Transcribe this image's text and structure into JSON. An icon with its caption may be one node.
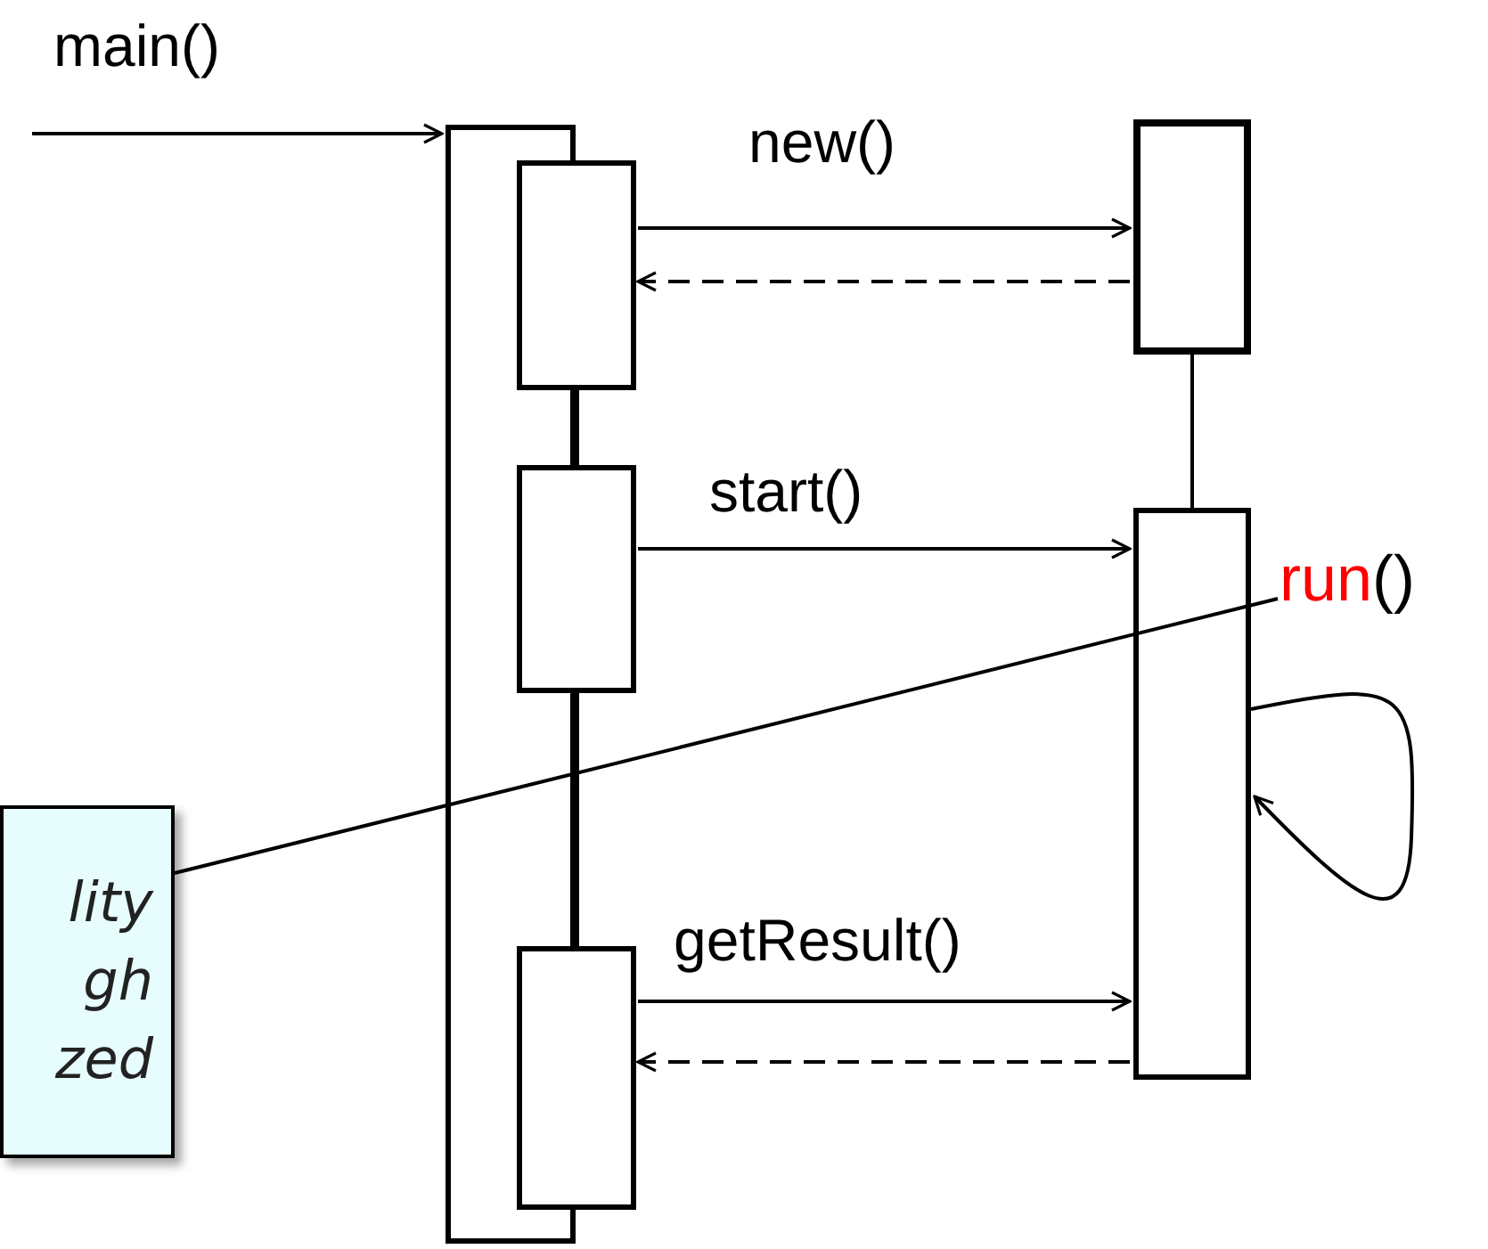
{
  "diagram": {
    "nodes": [
      {
        "text": [],
        "shape": "bar"
      },
      {
        "text": [],
        "shape": "bar"
      },
      {
        "text": [],
        "shape": "bar"
      },
      {
        "text": [],
        "shape": "bar"
      },
      {
        "text": [],
        "shape": "box"
      },
      {
        "text": [],
        "shape": "bar"
      },
      {
        "text": [
          "lity gh zed"
        ]
      },
      {
        "text": [
          "run",
          "()"
        ]
      }
    ],
    "edges": [
      {
        "from": null,
        "to": 0,
        "arrow": "to",
        "label": "main()"
      },
      {
        "from": 1,
        "to": 4,
        "arrow": "to",
        "label": "new()"
      },
      {
        "from": 4,
        "to": 1,
        "arrow": "to",
        "style": "dashed"
      },
      {
        "from": 1,
        "to": 2,
        "arrow": "none"
      },
      {
        "from": 4,
        "to": 5,
        "arrow": "none"
      },
      {
        "from": 2,
        "to": 5,
        "arrow": "to",
        "label": "start()"
      },
      {
        "from": 6,
        "to": 7,
        "arrow": "none"
      },
      {
        "from": 5,
        "to": 5,
        "arrow": "to"
      },
      {
        "from": 2,
        "to": 3,
        "arrow": "none"
      },
      {
        "from": 3,
        "to": 5,
        "arrow": "to",
        "label": "getResult()"
      },
      {
        "from": 5,
        "to": 3,
        "arrow": "to",
        "style": "dashed"
      }
    ]
  }
}
